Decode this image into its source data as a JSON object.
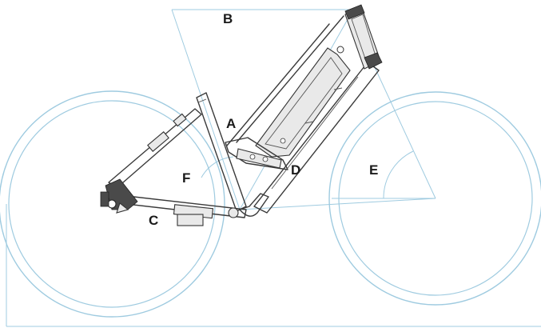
{
  "labels": {
    "a": "A",
    "b": "B",
    "c": "C",
    "d": "D",
    "e": "E",
    "f": "F"
  },
  "colors": {
    "guide": "#9fcbe0",
    "frame": "#3a3a3a"
  }
}
